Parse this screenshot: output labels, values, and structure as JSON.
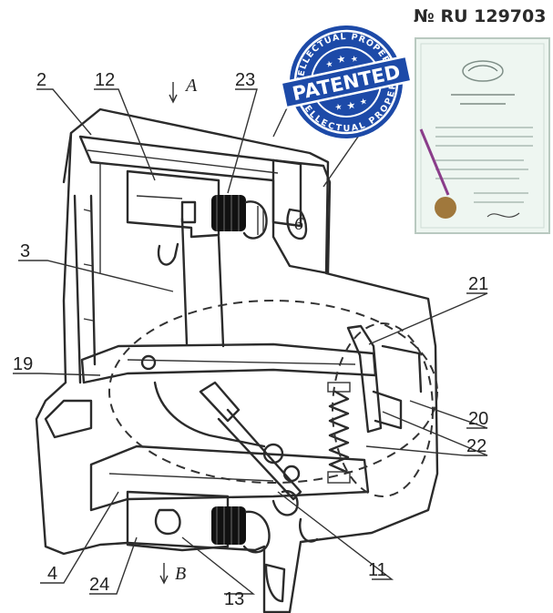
{
  "patent_number": "№ RU 129703",
  "stamp": {
    "main_text": "PATENTED",
    "ring_text": "INTELLECTUAL PROPERTY",
    "color": "#1d4aa8"
  },
  "certificate": {
    "colors": {
      "paper": "#eef6f1",
      "border": "#b9c9c0",
      "seal": "#a0783c",
      "ribbon": "#8a3d8a"
    }
  },
  "callouts": {
    "c2": "2",
    "c12": "12",
    "arrowA": "A",
    "c23": "23",
    "c6": "6",
    "c3": "3",
    "c21": "21",
    "c19": "19",
    "c20": "20",
    "c22": "22",
    "c4": "4",
    "c24": "24",
    "arrowB": "B",
    "c13": "13",
    "c11": "11"
  }
}
